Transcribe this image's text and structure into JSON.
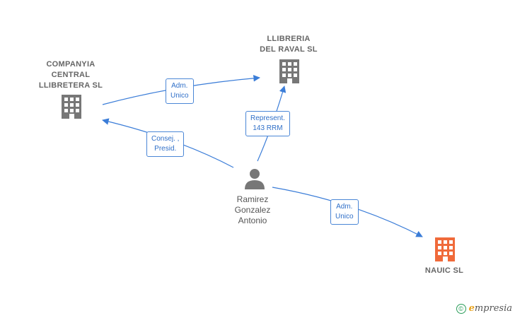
{
  "nodes": {
    "companyia": {
      "label": "COMPANYIA\nCENTRAL\nLLIBRETERA SL",
      "color": "#777777"
    },
    "llibreria": {
      "label": "LLIBRERIA\nDEL RAVAL SL",
      "color": "#777777"
    },
    "nauic": {
      "label": "NAUIC  SL",
      "color": "#f06a3a"
    },
    "person": {
      "label": "Ramirez\nGonzalez\nAntonio",
      "color": "#777777"
    }
  },
  "edges": {
    "adm_unico_top": "Adm.\nUnico",
    "consej_presid": "Consej. ,\nPresid.",
    "represent": "Represent.\n143 RRM",
    "adm_unico_bottom": "Adm.\nUnico"
  },
  "colors": {
    "edge": "#3b7dd8"
  },
  "footer": {
    "copyright_symbol": "©",
    "brand_initial": "e",
    "brand_rest": "mpresia"
  }
}
